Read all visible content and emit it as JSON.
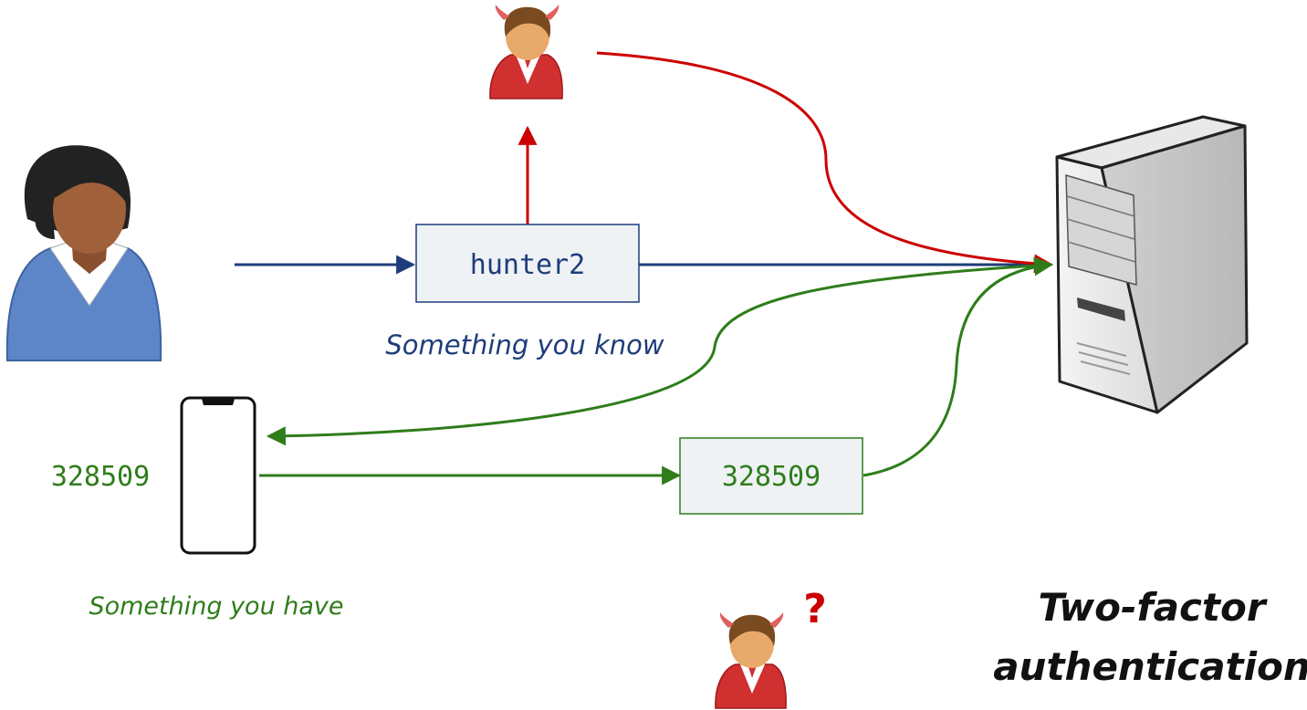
{
  "password": "hunter2",
  "code_phone": "328509",
  "code_sent": "328509",
  "factor_know": "Something you know",
  "factor_have": "Something you have",
  "title_line1": "Two-factor",
  "title_line2": "authentication",
  "question_mark": "?",
  "icons": {
    "user": "user-icon",
    "attacker_top": "attacker-icon",
    "attacker_bottom": "attacker-icon",
    "phone": "smartphone-icon",
    "server": "server-icon"
  },
  "colors": {
    "know": "#1f3d7a",
    "have": "#2e7d1a",
    "attack": "#cc0000",
    "box_fill": "#eef2f4"
  }
}
